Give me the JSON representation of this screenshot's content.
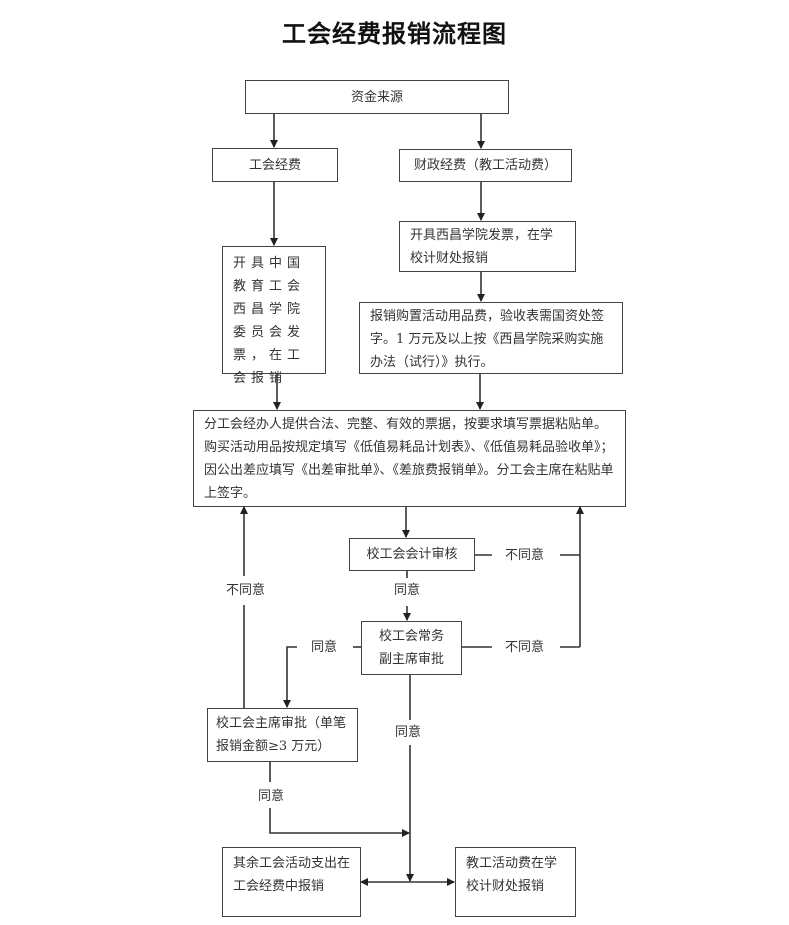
{
  "title": "工会经费报销流程图",
  "nodes": {
    "funding_source": "资金来源",
    "union_funds": "工会经费",
    "fiscal_funds": "财政经费（教工活动费）",
    "union_invoice": "开具中国教育工会西昌学院委员会发票，在工会报销",
    "college_invoice": "开具西昌学院发票，在学校计财处报销",
    "purchase_reimburse": "报销购置活动用品费，验收表需国资处签字。1 万元及以上按《西昌学院采购实施办法（试行）》执行。",
    "branch_handler": "分工会经办人提供合法、完整、有效的票据，按要求填写票据粘贴单。购买活动用品按规定填写《低值易耗品计划表》、《低值易耗品验收单》；因公出差应填写《出差审批单》、《差旅费报销单》。分工会主席在粘贴单上签字。",
    "accountant_review": "校工会会计审核",
    "vice_chair_approval": "校工会常务副主席审批",
    "chair_approval": "校工会主席审批（单笔报销金额≥3 万元）",
    "other_union_expense": "其余工会活动支出在工会经费中报销",
    "staff_activity_expense": "教工活动费在学校计财处报销"
  },
  "edge_labels": {
    "disagree_left": "不同意",
    "disagree_accountant": "不同意",
    "agree_accountant": "同意",
    "agree_vice_to_chair": "同意",
    "disagree_vice": "不同意",
    "agree_vice_down": "同意",
    "agree_chair": "同意"
  }
}
